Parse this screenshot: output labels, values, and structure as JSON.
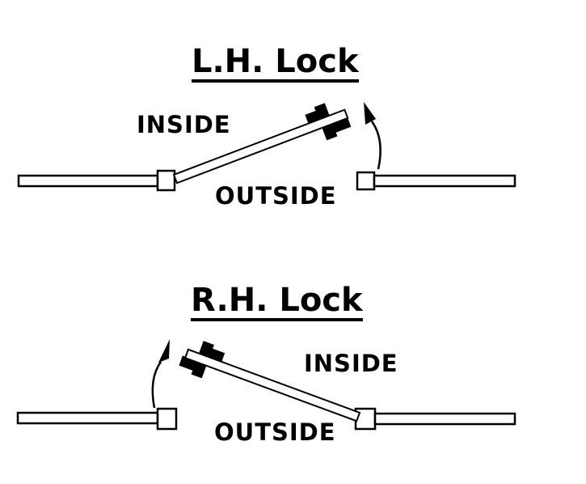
{
  "page": {
    "description": "Door lock handing diagram showing left-hand and right-hand lock orientation"
  },
  "colors": {
    "ink": "#000000",
    "background": "#ffffff"
  },
  "diagrams": [
    {
      "title": "L.H. Lock",
      "inside_label": "INSIDE",
      "outside_label": "OUTSIDE",
      "hinge_side": "left",
      "swing": "up-left toward inside"
    },
    {
      "title": "R.H. Lock",
      "inside_label": "INSIDE",
      "outside_label": "OUTSIDE",
      "hinge_side": "right",
      "swing": "up-right toward inside"
    }
  ]
}
